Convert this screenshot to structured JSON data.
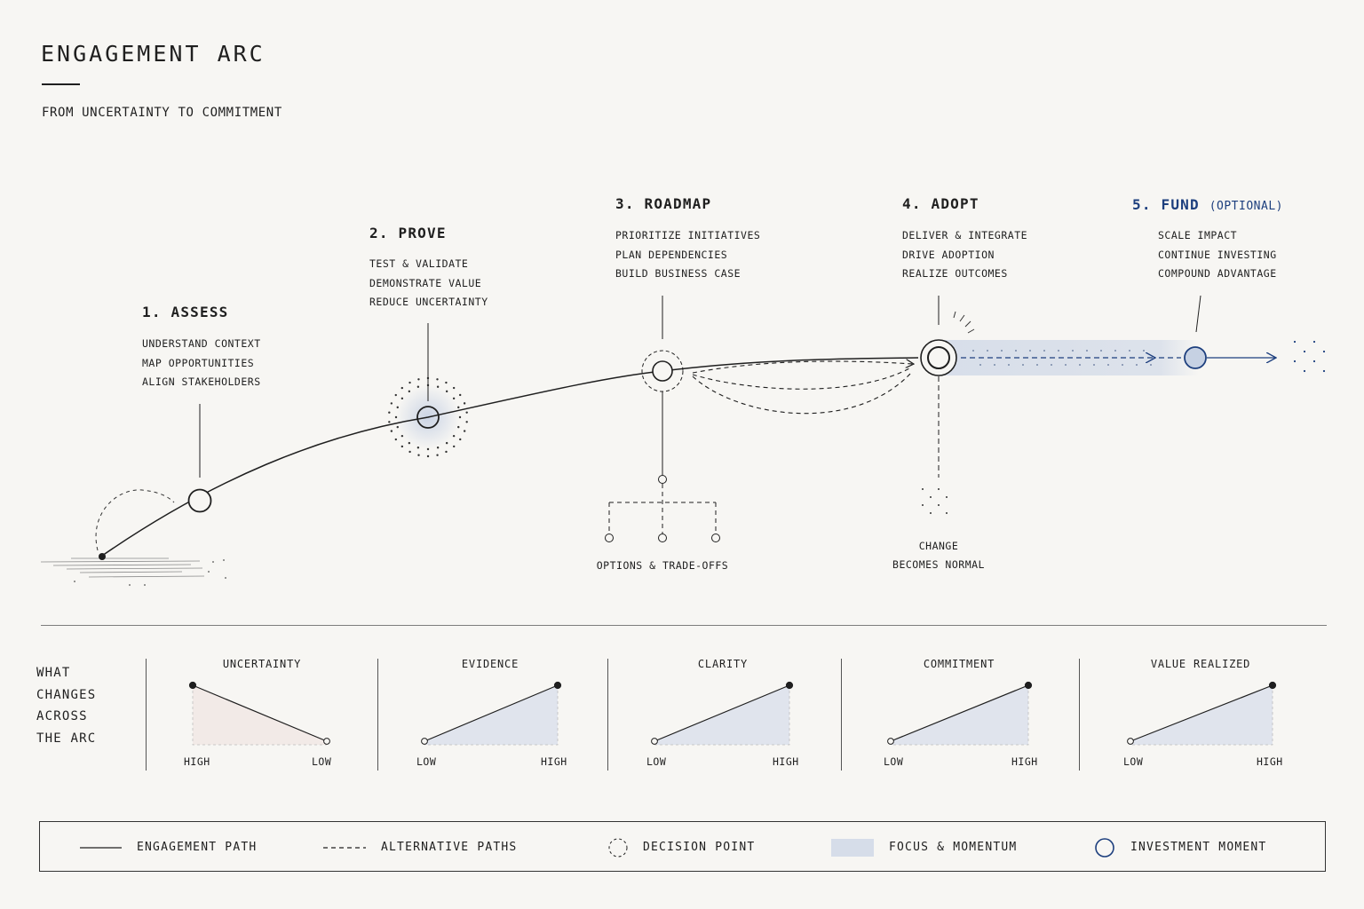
{
  "header": {
    "title": "ENGAGEMENT ARC",
    "subtitle": "FROM UNCERTAINTY TO COMMITMENT"
  },
  "stages": [
    {
      "number": "1.",
      "name": "ASSESS",
      "lines": [
        "UNDERSTAND CONTEXT",
        "MAP OPPORTUNITIES",
        "ALIGN STAKEHOLDERS"
      ]
    },
    {
      "number": "2.",
      "name": "PROVE",
      "lines": [
        "TEST & VALIDATE",
        "DEMONSTRATE VALUE",
        "REDUCE UNCERTAINTY"
      ]
    },
    {
      "number": "3.",
      "name": "ROADMAP",
      "lines": [
        "PRIORITIZE INITIATIVES",
        "PLAN DEPENDENCIES",
        "BUILD BUSINESS CASE"
      ]
    },
    {
      "number": "4.",
      "name": "ADOPT",
      "lines": [
        "DELIVER & INTEGRATE",
        "DRIVE ADOPTION",
        "REALIZE OUTCOMES"
      ]
    },
    {
      "number": "5.",
      "name": "FUND",
      "qualifier": "(OPTIONAL)",
      "lines": [
        "SCALE IMPACT",
        "CONTINUE INVESTING",
        "COMPOUND ADVANTAGE"
      ]
    }
  ],
  "annotations": {
    "options": "OPTIONS & TRADE-OFFS",
    "change_line1": "CHANGE",
    "change_line2": "BECOMES NORMAL"
  },
  "changes": {
    "label_lines": [
      "WHAT",
      "CHANGES",
      "ACROSS",
      "THE ARC"
    ],
    "metrics": [
      {
        "name": "UNCERTAINTY",
        "start_label": "HIGH",
        "end_label": "LOW",
        "start": 1,
        "end": 0
      },
      {
        "name": "EVIDENCE",
        "start_label": "LOW",
        "end_label": "HIGH",
        "start": 0,
        "end": 1
      },
      {
        "name": "CLARITY",
        "start_label": "LOW",
        "end_label": "HIGH",
        "start": 0,
        "end": 1
      },
      {
        "name": "COMMITMENT",
        "start_label": "LOW",
        "end_label": "HIGH",
        "start": 0,
        "end": 1
      },
      {
        "name": "VALUE REALIZED",
        "start_label": "LOW",
        "end_label": "HIGH",
        "start": 0,
        "end": 1
      }
    ]
  },
  "legend": {
    "engagement_path": "ENGAGEMENT PATH",
    "alternative_paths": "ALTERNATIVE PATHS",
    "decision_point": "DECISION POINT",
    "focus_momentum": "FOCUS & MOMENTUM",
    "investment_moment": "INVESTMENT MOMENT"
  },
  "colors": {
    "ink": "#1f1f1f",
    "accent_blue": "#1d3f7e",
    "focus_fill": "#d6dde9",
    "uncertainty_fill": "#efe6e1"
  }
}
